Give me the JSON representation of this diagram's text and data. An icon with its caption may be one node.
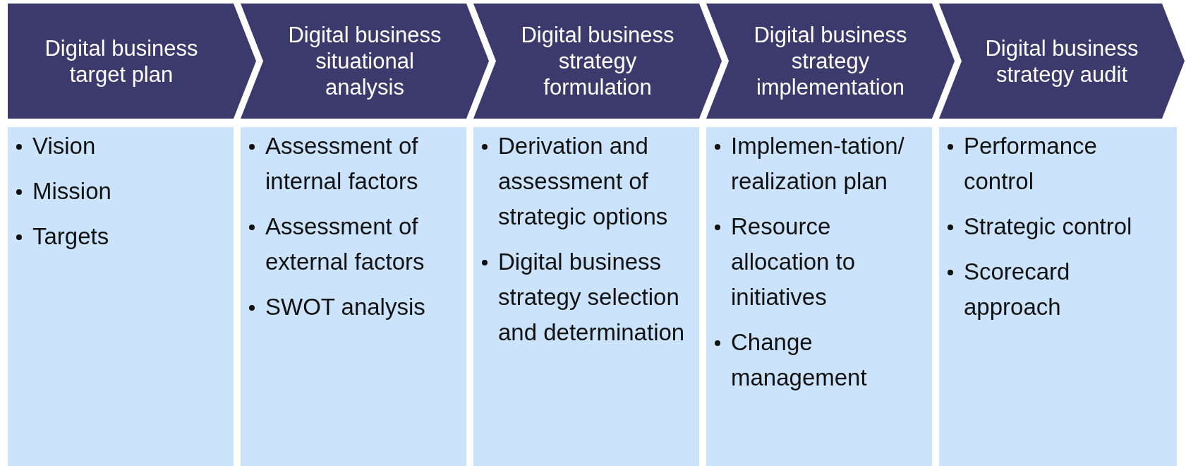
{
  "diagram": {
    "nodes": [
      {
        "text": [
          "Digital business target plan"
        ]
      },
      {
        "text": [
          "Digital business situational analysis"
        ]
      },
      {
        "text": [
          "Digital business strategy formulation"
        ]
      },
      {
        "text": [
          "Digital business strategy implementation"
        ]
      },
      {
        "text": [
          "Digital business strategy audit"
        ]
      },
      {
        "text": [
          "Vision",
          "Mission",
          "Targets"
        ]
      },
      {
        "text": [
          "Assessment of internal factors",
          "Assessment of external factors",
          "SWOT analysis"
        ]
      },
      {
        "text": [
          "Derivation and assessment of strategic options",
          "Digital business strategy selection and determination"
        ]
      },
      {
        "text": [
          "Implemen-tation/ realization plan",
          "Resource allocation to initiatives",
          "Change management"
        ]
      },
      {
        "text": [
          "Performance control",
          "Strategic control",
          "Scorecard approach"
        ]
      }
    ]
  }
}
